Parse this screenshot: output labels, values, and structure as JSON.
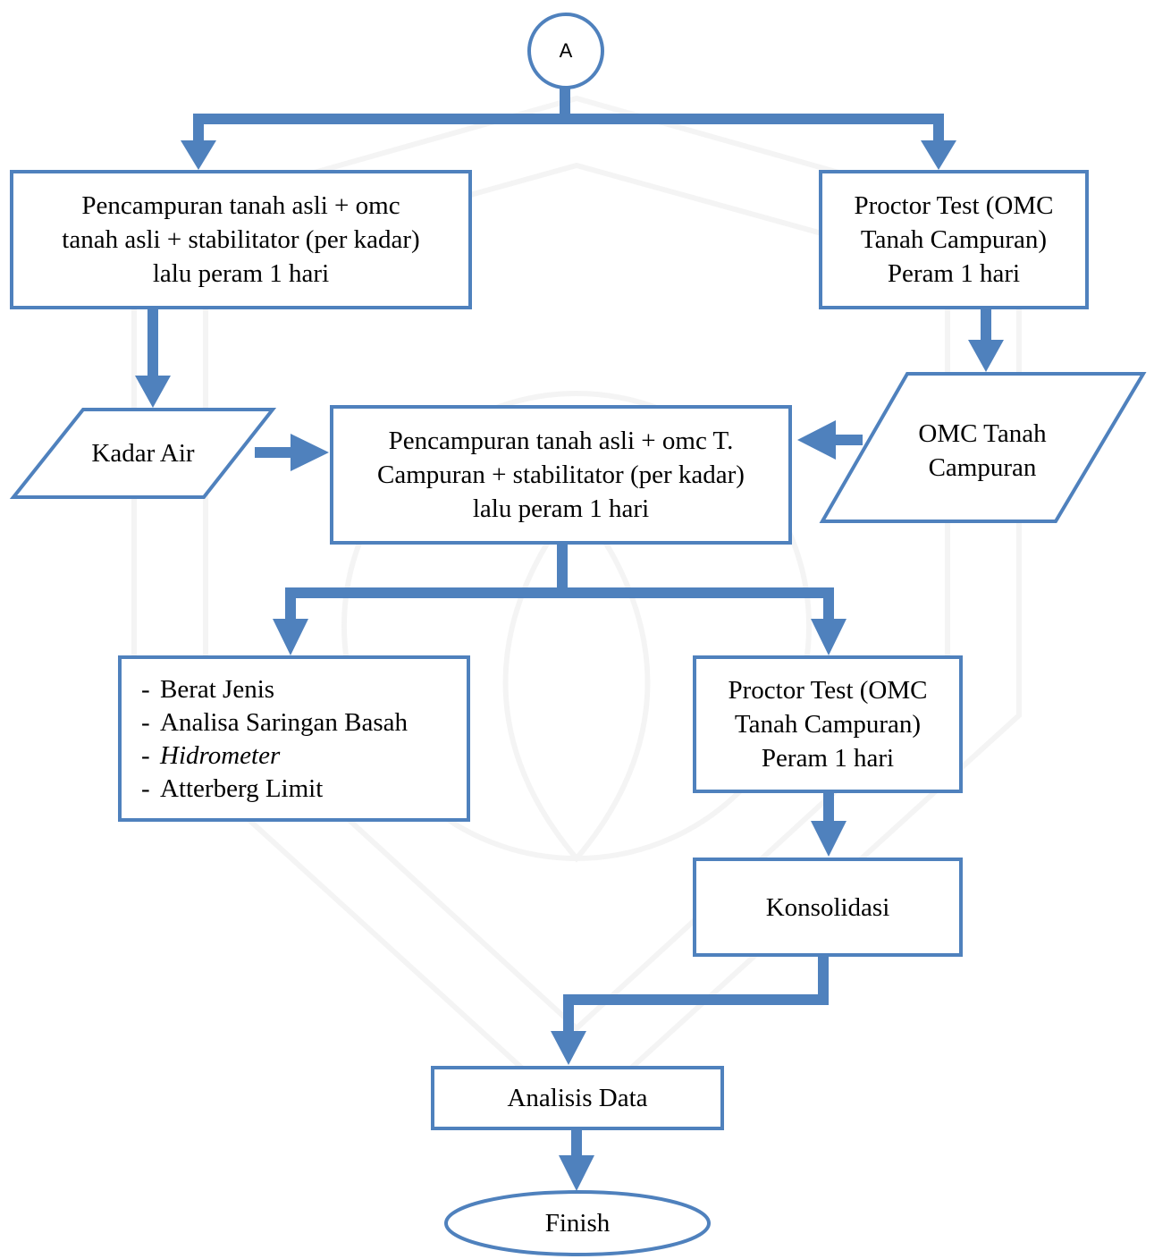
{
  "colors": {
    "stroke": "#4f81bd",
    "fill": "#ffffff",
    "text": "#000000"
  },
  "nodes": {
    "connector_a": "A",
    "mix_original": [
      "Pencampuran tanah asli + omc",
      "tanah asli + stabilitator (per kadar)",
      "lalu peram 1 hari"
    ],
    "proctor_top": [
      "Proctor Test (OMC",
      "Tanah Campuran)",
      "Peram 1 hari"
    ],
    "kadar_air": "Kadar Air",
    "omc_tanah_campuran": [
      "OMC Tanah",
      "Campuran"
    ],
    "mix_campuran": [
      "Pencampuran tanah asli + omc T.",
      "Campuran + stabilitator (per kadar)",
      "lalu peram 1 hari"
    ],
    "tests_list": {
      "bullet": "-",
      "items": [
        "Berat Jenis",
        "Analisa Saringan Basah",
        "Hidrometer",
        "Atterberg Limit"
      ]
    },
    "proctor_bottom": [
      "Proctor Test (OMC",
      "Tanah Campuran)",
      "Peram 1 hari"
    ],
    "konsolidasi": "Konsolidasi",
    "analisis_data": "Analisis Data",
    "finish": "Finish"
  }
}
